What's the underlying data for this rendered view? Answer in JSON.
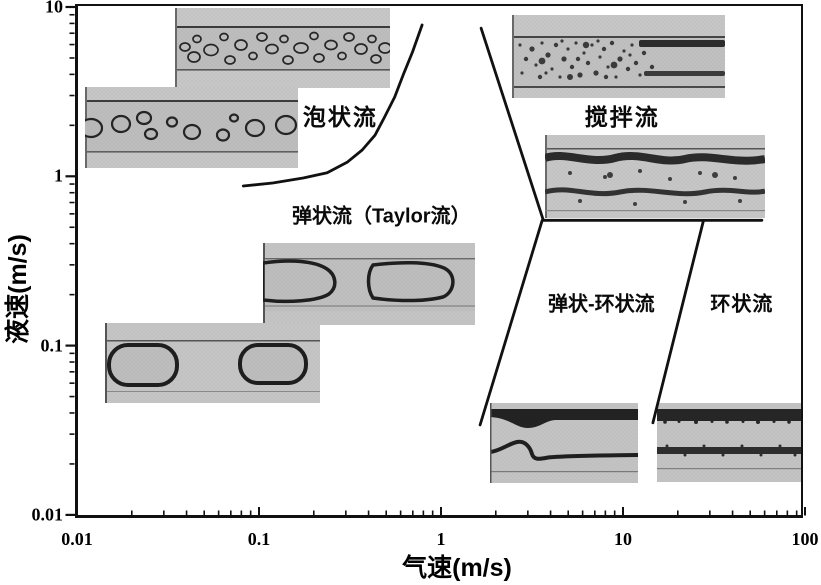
{
  "chart_data": {
    "type": "line",
    "title": "",
    "xlabel": "气速(m/s)",
    "ylabel": "液速(m/s)",
    "xscale": "log",
    "yscale": "log",
    "xlim": [
      0.01,
      100
    ],
    "ylim": [
      0.01,
      10
    ],
    "grid": false,
    "legend": "none",
    "x_ticks": [
      {
        "v": 0.01,
        "label": "0.01"
      },
      {
        "v": 0.1,
        "label": "0.1"
      },
      {
        "v": 1,
        "label": "1"
      },
      {
        "v": 10,
        "label": "10"
      },
      {
        "v": 100,
        "label": "100"
      }
    ],
    "y_ticks": [
      {
        "v": 10,
        "label": "10"
      },
      {
        "v": 1,
        "label": "1"
      },
      {
        "v": 0.1,
        "label": "0.1"
      },
      {
        "v": 0.01,
        "label": "0.01"
      }
    ],
    "regions": [
      {
        "name": "泡状流",
        "x": 0.28,
        "y": 2.3
      },
      {
        "name": "搅拌流",
        "x": 9.9,
        "y": 2.3
      },
      {
        "name": "弹状流（Taylor流）",
        "x": 0.47,
        "y": 0.6
      },
      {
        "name": "弹状-环状流",
        "x": 7.6,
        "y": 0.18
      },
      {
        "name": "环状流",
        "x": 45,
        "y": 0.18
      }
    ],
    "series": [
      {
        "name": "bubbly-to-taylor-boundary",
        "x": [
          0.082,
          0.119,
          0.175,
          0.237,
          0.305,
          0.369,
          0.434,
          0.49,
          0.557,
          0.62,
          0.697,
          0.787
        ],
        "y": [
          0.877,
          0.913,
          0.977,
          1.05,
          1.21,
          1.43,
          1.75,
          2.24,
          2.94,
          3.97,
          5.42,
          7.83
        ]
      },
      {
        "name": "bubbly-to-churn-boundary",
        "x": [
          1.66,
          3.63
        ],
        "y": [
          7.5,
          0.56
        ]
      },
      {
        "name": "churn-lower-boundary",
        "x": [
          3.63,
          58
        ],
        "y": [
          0.55,
          0.55
        ]
      },
      {
        "name": "taylor-to-slug-annular-boundary",
        "x": [
          3.6,
          1.64
        ],
        "y": [
          0.55,
          0.034
        ]
      },
      {
        "name": "slug-annular-to-annular-boundary",
        "x": [
          27.6,
          14.6
        ],
        "y": [
          0.54,
          0.035
        ]
      }
    ],
    "colors": {
      "line": "#111111",
      "text": "#000000",
      "photo_gray": "#c5c5c5"
    },
    "photos": [
      {
        "name": "bubbly-flow-photo-upper"
      },
      {
        "name": "bubbly-flow-photo-lower"
      },
      {
        "name": "churn-flow-photo-upper"
      },
      {
        "name": "churn-flow-photo-lower"
      },
      {
        "name": "taylor-flow-photo-bullet-bubbles"
      },
      {
        "name": "taylor-flow-photo-capsule-bubbles"
      },
      {
        "name": "slug-annular-flow-photo"
      },
      {
        "name": "annular-flow-photo"
      }
    ]
  }
}
